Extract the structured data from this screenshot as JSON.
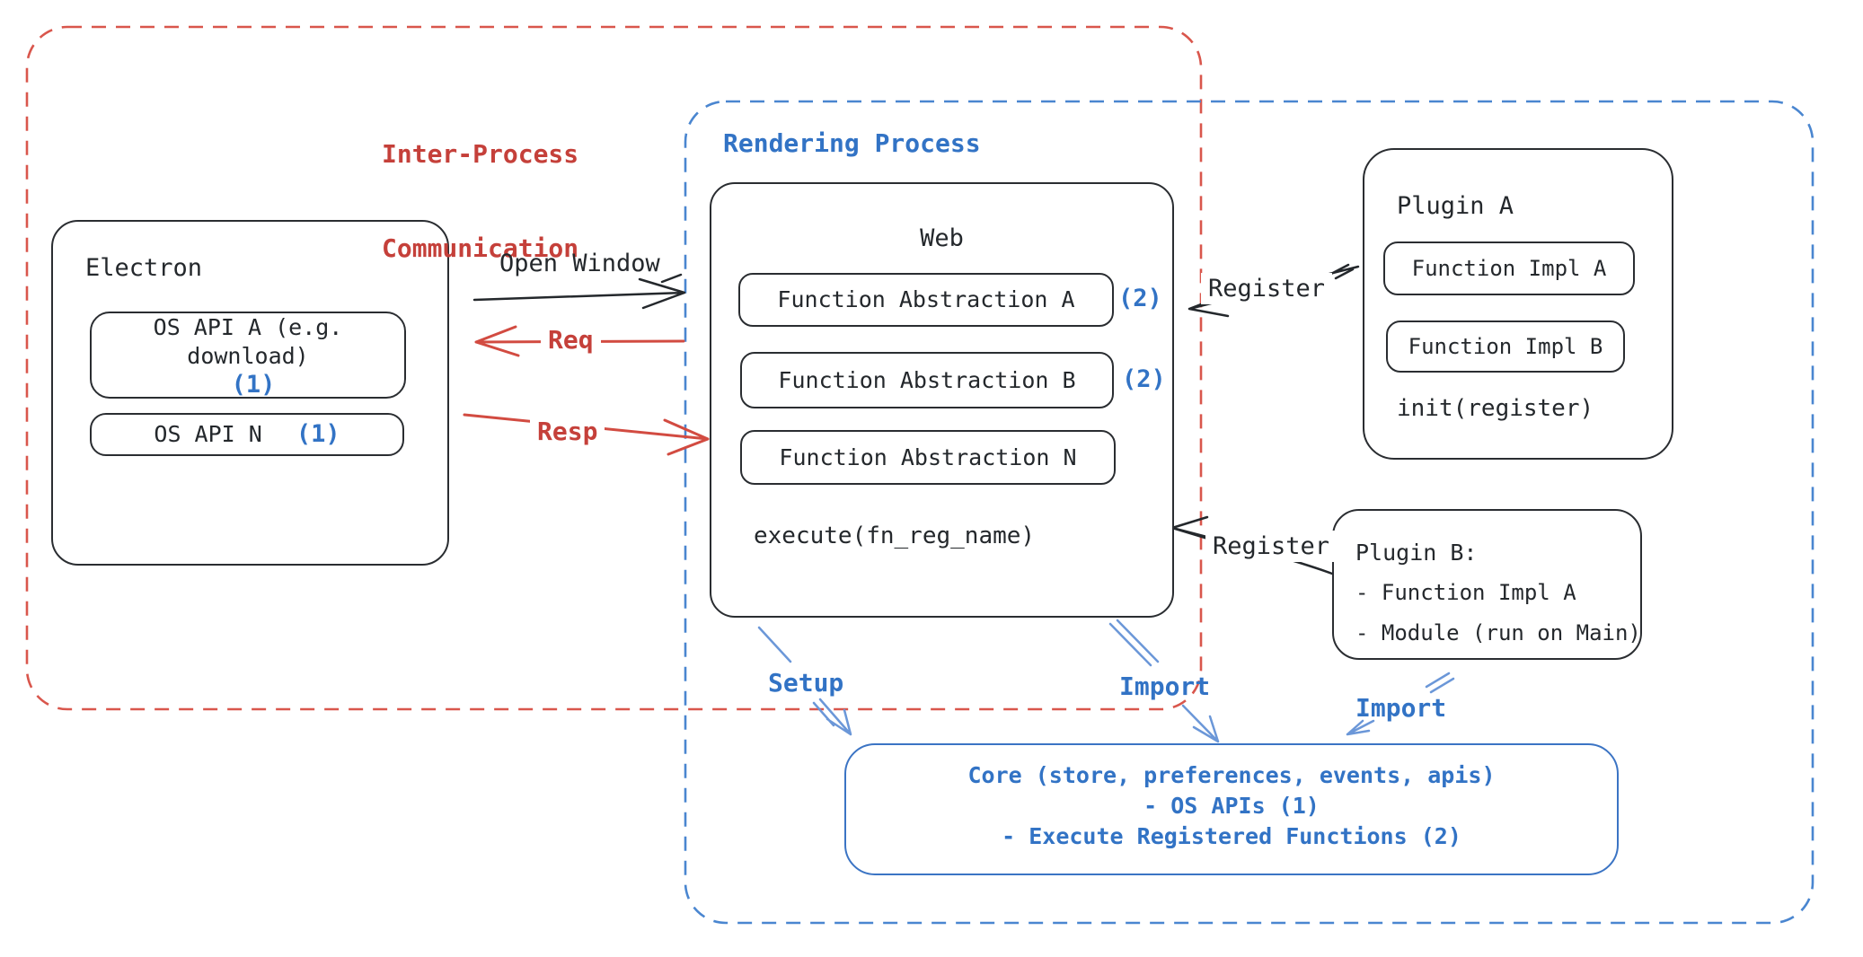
{
  "regions": {
    "ipc": {
      "label_lines": [
        "Inter-Process",
        "Communication"
      ]
    },
    "rendering": {
      "label": "Rendering Process"
    }
  },
  "electron": {
    "title": "Electron",
    "apis": [
      {
        "label": "OS API A (e.g. download)",
        "badge": "(1)"
      },
      {
        "label": "OS API N",
        "badge": "(1)"
      }
    ]
  },
  "web": {
    "title": "Web",
    "abstractions": [
      {
        "label": "Function Abstraction A",
        "badge": "(2)"
      },
      {
        "label": "Function Abstraction B",
        "badge": "(2)"
      },
      {
        "label": "Function Abstraction N",
        "badge": ""
      }
    ],
    "footer": "execute(fn_reg_name)"
  },
  "plugin_a": {
    "title": "Plugin A",
    "impls": [
      {
        "label": "Function Impl A"
      },
      {
        "label": "Function Impl B"
      }
    ],
    "footer": "init(register)"
  },
  "plugin_b": {
    "title": "Plugin B:",
    "items": [
      {
        "label": "- Function Impl A"
      },
      {
        "label": "- Module (run on Main)"
      }
    ]
  },
  "core": {
    "lines": [
      "Core (store, preferences, events, apis)",
      "- OS APIs (1)",
      "- Execute Registered Functions (2)"
    ]
  },
  "labels": {
    "open_window": "Open Window",
    "req": "Req",
    "resp": "Resp",
    "register_top": "Register",
    "register_bottom": "Register",
    "setup": "Setup",
    "import_web": "Import",
    "import_plugin": "Import"
  },
  "colors": {
    "red_text": "#c5403a",
    "red_arrow": "#d24b41",
    "red_dashed_border": "#d9564c",
    "blue_text": "#3273c5",
    "blue_dashed_border": "#4a86d0",
    "blue_arrow": "#6b97d8",
    "ink": "#24282c"
  }
}
